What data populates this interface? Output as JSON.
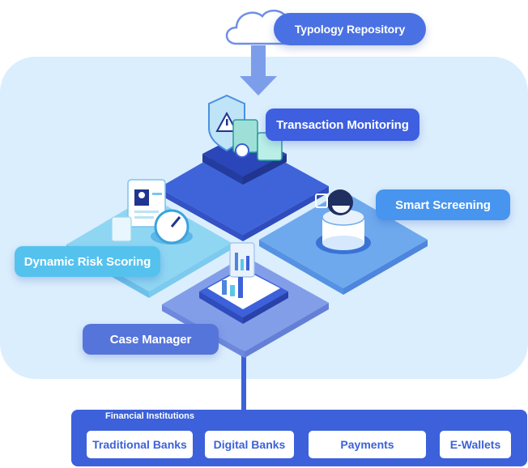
{
  "labels": {
    "typology_repository": "Typology Repository",
    "transaction_monitoring": "Transaction Monitoring",
    "smart_screening": "Smart Screening",
    "dynamic_risk_scoring": "Dynamic Risk Scoring",
    "case_manager": "Case Manager"
  },
  "financial_institutions": {
    "title": "Financial Institutions",
    "items": [
      {
        "label": "Traditional Banks"
      },
      {
        "label": "Digital Banks"
      },
      {
        "label": "Payments"
      },
      {
        "label": "E-Wallets"
      }
    ]
  },
  "icons": {
    "cloud": "cloud-icon",
    "arrow": "down-arrow-icon",
    "shield": "shield-warning-icon",
    "profile": "profile-card-icon",
    "gauge": "gauge-icon",
    "person": "person-scan-icon",
    "report": "chart-report-icon"
  },
  "colors": {
    "background_panel": "#dbeefd",
    "tile_top": "#3f63d9",
    "tile_left": "#8fd3f1",
    "tile_right": "#6aa8ee",
    "tile_bottom": "#7f9be6",
    "accent_blue": "#3c61da"
  }
}
